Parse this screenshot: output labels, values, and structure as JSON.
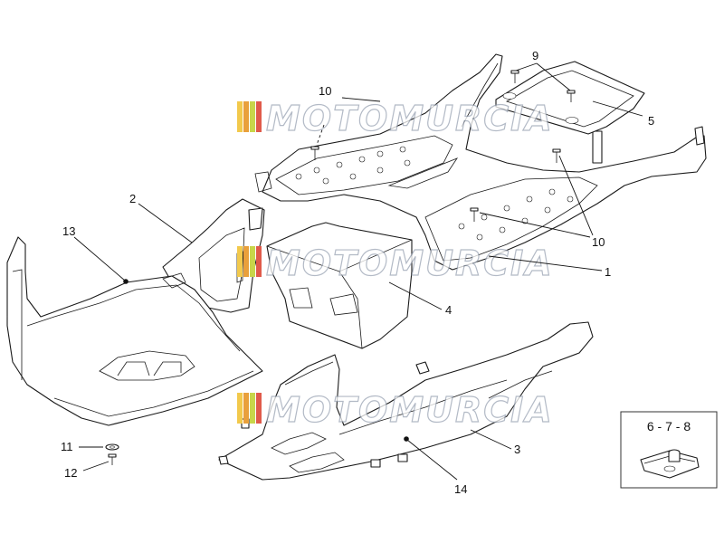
{
  "watermark": {
    "text": "MOTOMURCIA",
    "stripe_colors": [
      "#f2c94c",
      "#e9a03b",
      "#c8d64a",
      "#e05a4a"
    ]
  },
  "callouts": [
    {
      "id": "c10a",
      "label": "10"
    },
    {
      "id": "c9",
      "label": "9"
    },
    {
      "id": "c5",
      "label": "5"
    },
    {
      "id": "c2",
      "label": "2"
    },
    {
      "id": "c13",
      "label": "13"
    },
    {
      "id": "c10b",
      "label": "10"
    },
    {
      "id": "c1",
      "label": "1"
    },
    {
      "id": "c4",
      "label": "4"
    },
    {
      "id": "c11",
      "label": "11"
    },
    {
      "id": "c12",
      "label": "12"
    },
    {
      "id": "c3",
      "label": "3"
    },
    {
      "id": "c14",
      "label": "14"
    }
  ],
  "inset": {
    "label": "6 - 7 - 8"
  }
}
